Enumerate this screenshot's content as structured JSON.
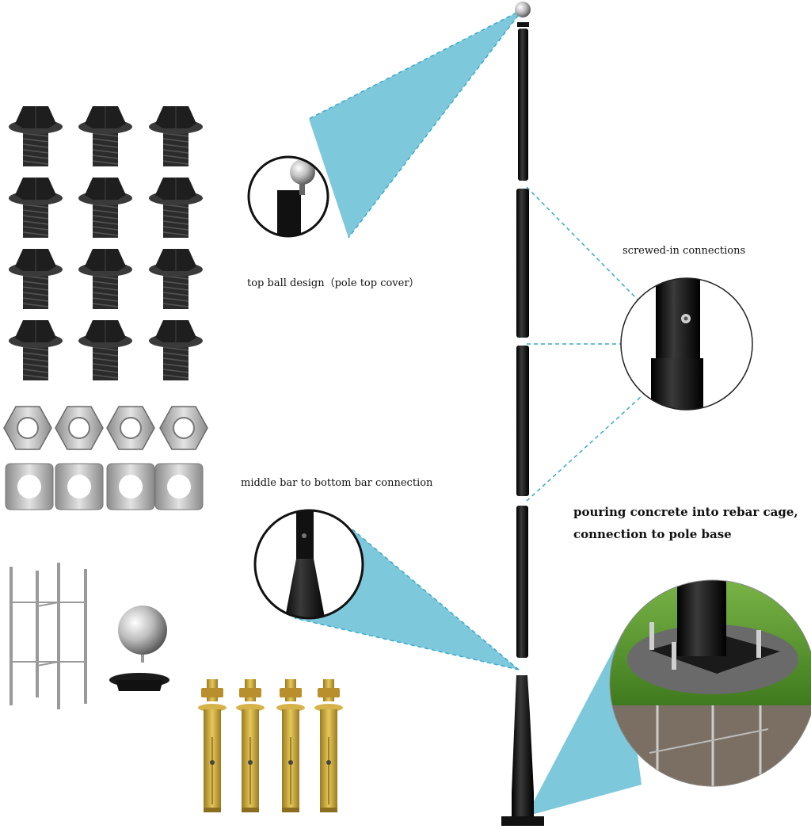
{
  "labels": {
    "top_ball": "top ball design（pole top cover）",
    "screwed": "screwed-in connections",
    "middle_bottom": "middle bar to bottom bar connection",
    "pouring_line1": "pouring concrete into rebar cage,",
    "pouring_line2": "connection to pole base"
  },
  "colors": {
    "callout": "#7ec8dc",
    "callout_line": "#3aa9c9",
    "pole": "#111111",
    "bolt": "#2a2a2a",
    "steel": "#b9b9b9",
    "brass": "#c9a43a",
    "grass": "#5c9a2e"
  },
  "icons": {
    "bolts": "hex-bolt-icon",
    "nuts": "hex-nut-icon",
    "washers": "square-washer-icon",
    "rebar": "rebar-cage-icon",
    "ball": "top-ball-icon",
    "cap": "pole-cap-icon",
    "anchors": "expansion-anchor-icon"
  }
}
